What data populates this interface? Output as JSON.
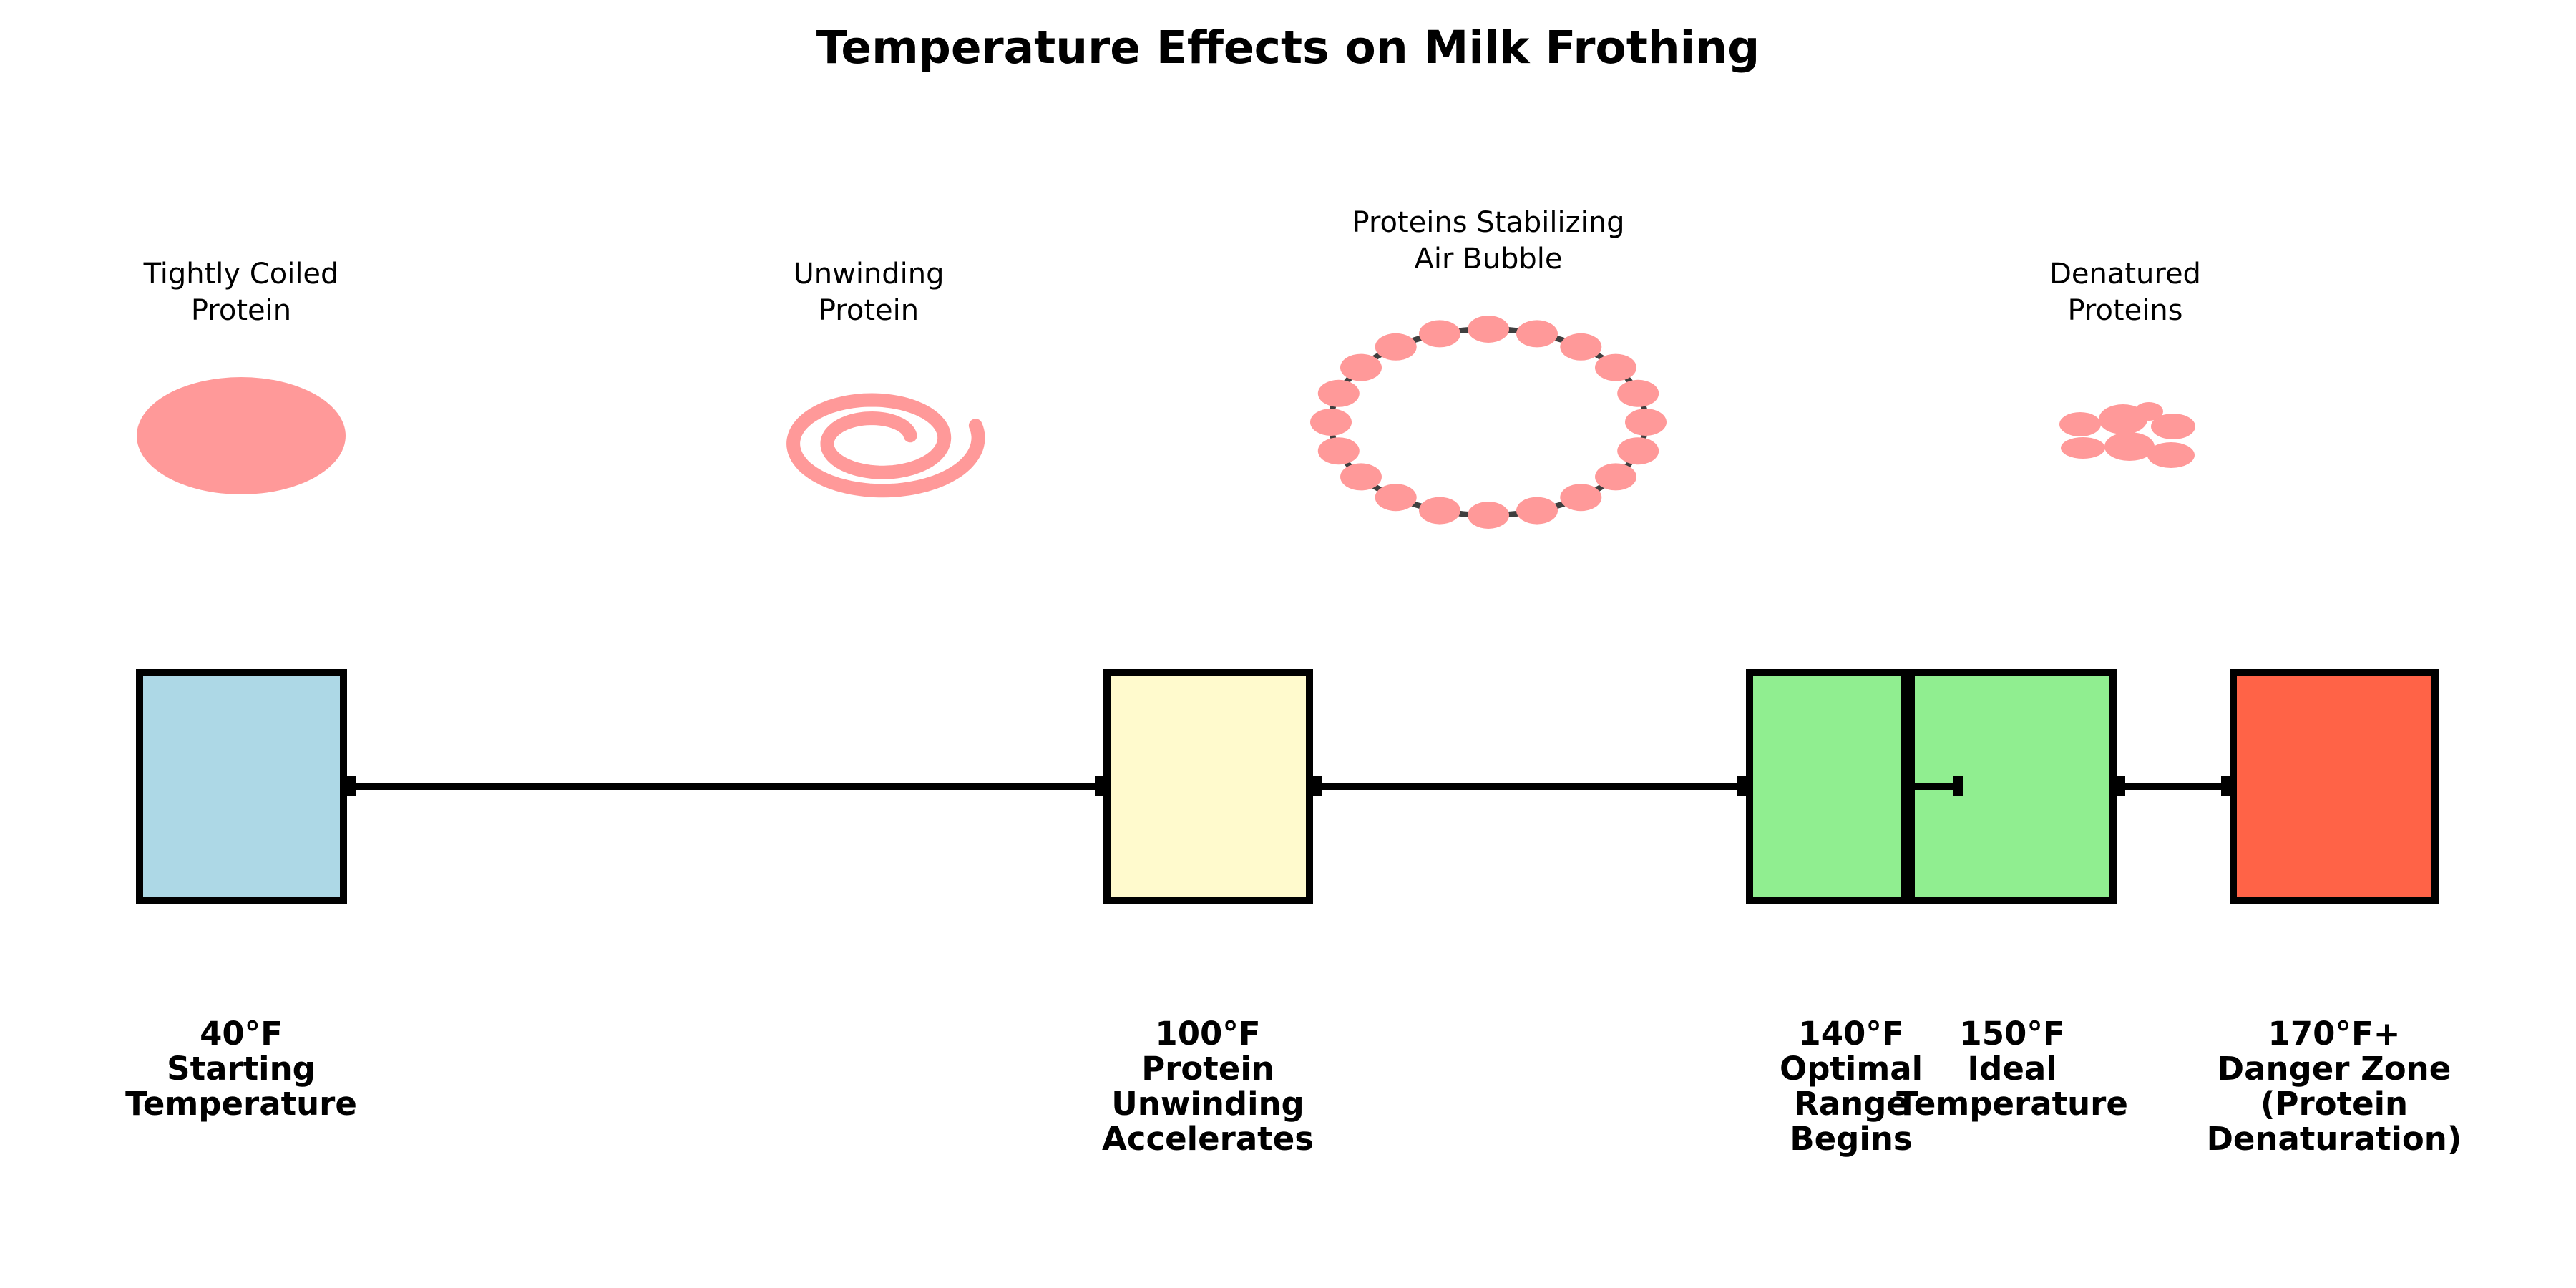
{
  "title": "Temperature Effects on Milk Frothing",
  "protein_stages": [
    {
      "label_lines": [
        "Tightly Coiled",
        "Protein"
      ],
      "shape": "solid-pink-ellipse"
    },
    {
      "label_lines": [
        "Unwinding",
        "Protein"
      ],
      "shape": "pink-spiral"
    },
    {
      "label_lines": [
        "Proteins Stabilizing",
        "Air Bubble"
      ],
      "shape": "ring-of-protein-dots-around-bubble"
    },
    {
      "label_lines": [
        "Denatured",
        "Proteins"
      ],
      "shape": "clumped-blob-cluster"
    }
  ],
  "timeline": {
    "stages": [
      {
        "temp": "40°F",
        "caption_lines": [
          "Starting",
          "Temperature"
        ],
        "color": "#ADD8E6"
      },
      {
        "temp": "100°F",
        "caption_lines": [
          "Protein",
          "Unwinding",
          "Accelerates"
        ],
        "color": "#FFFACD"
      },
      {
        "temp": "140°F",
        "caption_lines": [
          "Optimal",
          "Range",
          "Begins"
        ],
        "color": "#90EE90"
      },
      {
        "temp": "150°F",
        "caption_lines": [
          "Ideal",
          "Temperature"
        ],
        "color": "#90EE90"
      },
      {
        "temp": "170°F+",
        "caption_lines": [
          "Danger Zone",
          "(Protein",
          "Denaturation)"
        ],
        "color": "#FF6347"
      }
    ]
  },
  "colors": {
    "protein_pink": "#FF9999",
    "bubble_ring": "#3F3F3F",
    "box_blue": "#ADD8E6",
    "box_yellow": "#FFFACD",
    "box_green": "#90EE90",
    "box_red": "#FF6347",
    "line_black": "#000000",
    "background": "#FFFFFF",
    "text": "#000000"
  }
}
